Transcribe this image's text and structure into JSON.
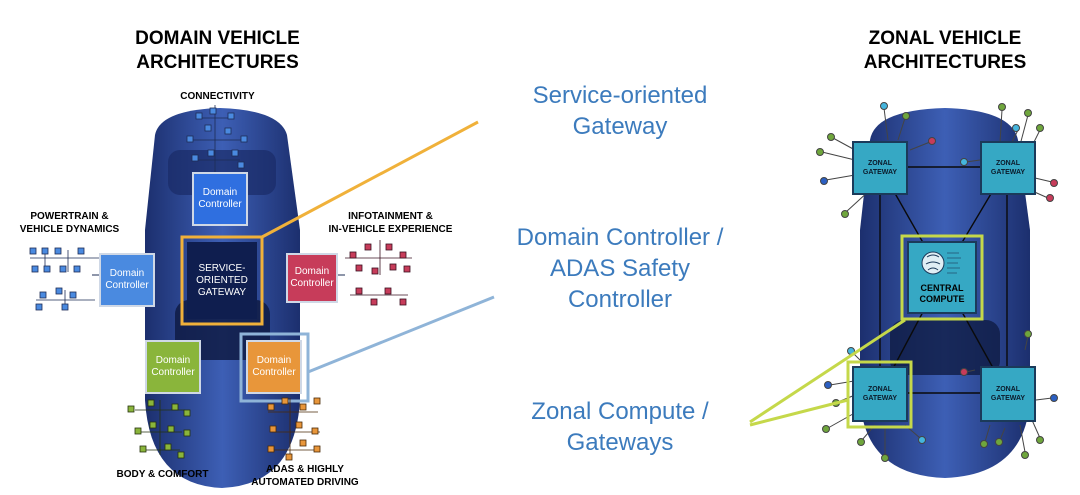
{
  "domain_title": "DOMAIN VEHICLE\nARCHITECTURES",
  "zonal_title": "ZONAL VEHICLE\nARCHITECTURES",
  "labels": {
    "connectivity": "CONNECTIVITY",
    "powertrain": "POWERTRAIN &\nVEHICLE DYNAMICS",
    "infotainment": "INFOTAINMENT &\nIN-VEHICLE EXPERIENCE",
    "body": "BODY & COMFORT",
    "adas": "ADAS & HIGHLY\nAUTOMATED DRIVING"
  },
  "controllers": {
    "top": "Domain\nController",
    "left": "Domain\nController",
    "right": "Domain\nController",
    "bottom_left": "Domain\nController",
    "bottom_right": "Domain\nController",
    "gateway": "SERVICE-\nORIENTED\nGATEWAY"
  },
  "callouts": {
    "service_gateway": "Service-oriented\nGateway",
    "domain_controller": "Domain Controller /\nADAS Safety\nController",
    "zonal_compute": "Zonal Compute /\nGateways"
  },
  "zonal": {
    "gateway_label": "ZONAL\nGATEWAY",
    "central": "CENTRAL\nCOMPUTE"
  },
  "colors": {
    "callout_text": "#3c7bbd",
    "orange_line": "#f0b13a",
    "blue_line": "#8fb4d8",
    "green_line": "#c5d84a",
    "car_body": "#2f4f9e"
  }
}
